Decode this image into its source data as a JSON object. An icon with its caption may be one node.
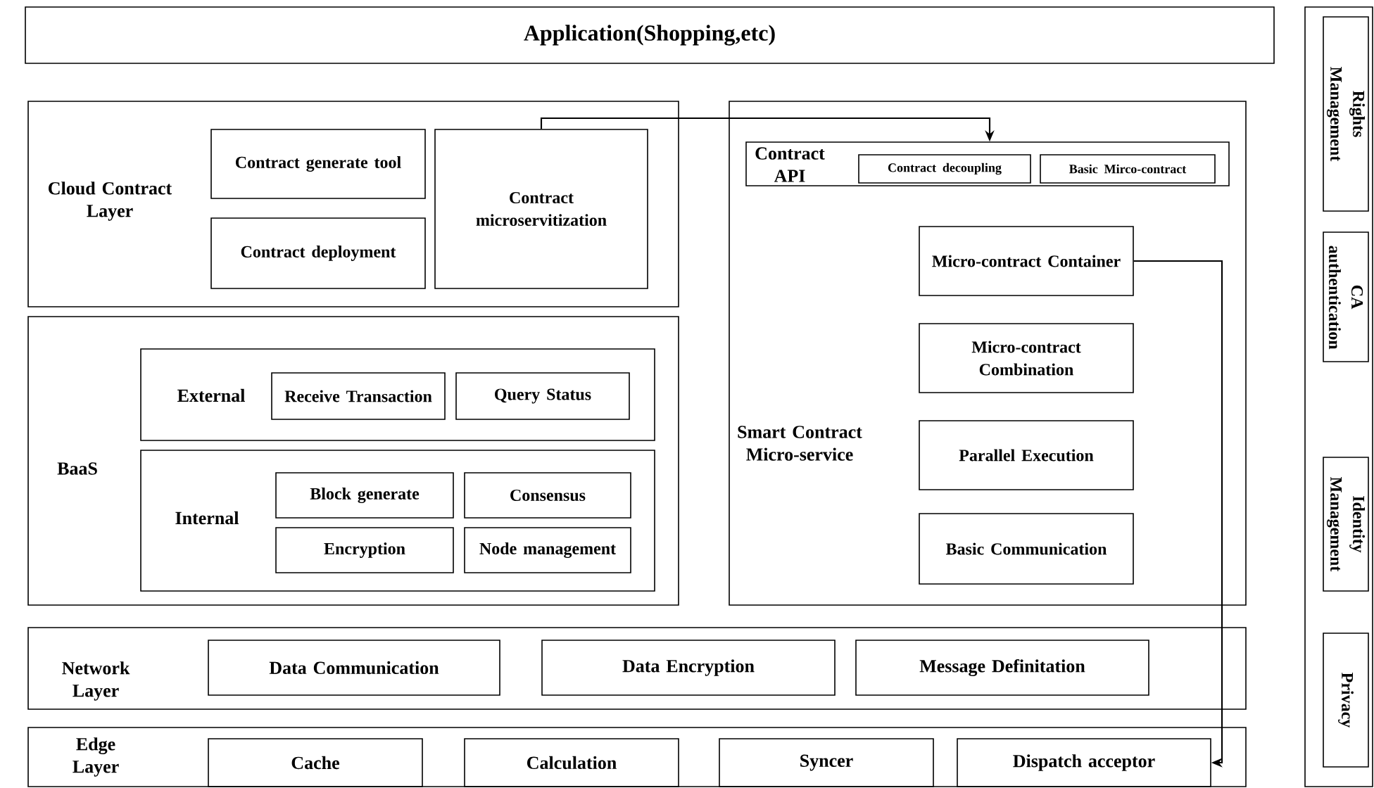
{
  "diagram": {
    "nodes": [
      {
        "text": [
          "Application(Shopping,etc)"
        ]
      },
      {
        "text": [
          "Cloud Contract Layer"
        ]
      },
      {
        "text": [
          "Contract generate tool"
        ],
        "in": 1
      },
      {
        "text": [
          "Contract deployment"
        ],
        "in": 1
      },
      {
        "text": [
          "Contract microservitization"
        ],
        "in": 1
      },
      {
        "text": [
          "BaaS"
        ]
      },
      {
        "text": [
          "External"
        ],
        "in": 5
      },
      {
        "text": [
          "Receive Transaction"
        ],
        "in": 6
      },
      {
        "text": [
          "Query Status"
        ],
        "in": 6
      },
      {
        "text": [
          "Internal"
        ],
        "in": 5
      },
      {
        "text": [
          "Block generate"
        ],
        "in": 9
      },
      {
        "text": [
          "Consensus"
        ],
        "in": 9
      },
      {
        "text": [
          "Encryption"
        ],
        "in": 9
      },
      {
        "text": [
          "Node management"
        ],
        "in": 9
      },
      {
        "text": [
          "Smart Contract Micro-service"
        ]
      },
      {
        "text": [
          "Contract API"
        ],
        "in": 14
      },
      {
        "text": [
          "Contract decoupling"
        ],
        "in": 15
      },
      {
        "text": [
          "Basic Mirco-contract"
        ],
        "in": 15
      },
      {
        "text": [
          "Micro-contract Container"
        ],
        "in": 14
      },
      {
        "text": [
          "Micro-contract Combination"
        ],
        "in": 14
      },
      {
        "text": [
          "Parallel Execution"
        ],
        "in": 14
      },
      {
        "text": [
          "Basic Communication"
        ],
        "in": 14
      },
      {
        "text": [
          "Network Layer"
        ]
      },
      {
        "text": [
          "Data Communication"
        ],
        "in": 22
      },
      {
        "text": [
          "Data Encryption"
        ],
        "in": 22
      },
      {
        "text": [
          "Message Definitation"
        ],
        "in": 22
      },
      {
        "text": [
          "Edge Layer"
        ]
      },
      {
        "text": [
          "Cache"
        ],
        "in": 26
      },
      {
        "text": [
          "Calculation"
        ],
        "in": 26
      },
      {
        "text": [
          "Syncer"
        ],
        "in": 26
      },
      {
        "text": [
          "Dispatch acceptor"
        ],
        "in": 26
      },
      {
        "text": [],
        "shape": "box"
      },
      {
        "text": [
          "Rights Management"
        ],
        "in": 31
      },
      {
        "text": [
          "CA authentication"
        ],
        "in": 31
      },
      {
        "text": [
          "Identity Management"
        ],
        "in": 31
      },
      {
        "text": [
          "Privacy"
        ],
        "in": 31
      }
    ],
    "edges": [
      {
        "from": 4,
        "to": 15,
        "arrow": "to"
      },
      {
        "from": 18,
        "to": 30,
        "arrow": "to"
      }
    ]
  }
}
